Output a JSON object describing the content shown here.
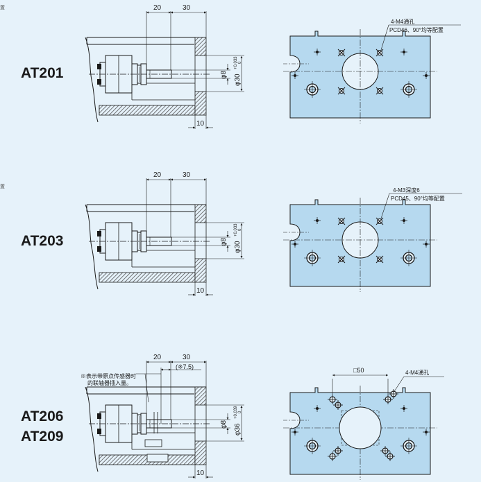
{
  "colors": {
    "plate_fill": "#b6d9ef",
    "background": "#e6f2fa",
    "line": "#1a1a1a",
    "hatch": "#666666"
  },
  "edge_marks": [
    "置",
    "置"
  ],
  "rows": [
    {
      "models": [
        "AT201"
      ],
      "dims_top": [
        "20",
        "30"
      ],
      "dim_bottom": "10",
      "dim_small_dia": "φ8",
      "dim_bore": "φ30",
      "tol_upper": "+0.033",
      "tol_lower": "0",
      "plate_hole_label": "4-M4通孔",
      "plate_pcd_label": "PCD46、90°均等配置"
    },
    {
      "models": [
        "AT203"
      ],
      "dims_top": [
        "20",
        "30"
      ],
      "dim_bottom": "10",
      "dim_small_dia": "φ8",
      "dim_bore": "φ30",
      "tol_upper": "+0.033",
      "tol_lower": "0",
      "plate_hole_label": "4-M3深度6",
      "plate_pcd_label": "PCD45、90°均等配置"
    },
    {
      "models": [
        "AT206",
        "AT209"
      ],
      "dims_top": [
        "20",
        "30"
      ],
      "dim_ref": "(※7.5)",
      "note_lines": [
        "※表示带原点传感器时",
        "的联轴器插入量。"
      ],
      "dim_bottom": "10",
      "dim_small_dia": "φ8",
      "dim_bore": "φ36",
      "tol_upper": "+0.039",
      "tol_lower": "0",
      "plate_square_label": "□50",
      "plate_hole_label": "4-M4通孔"
    }
  ]
}
